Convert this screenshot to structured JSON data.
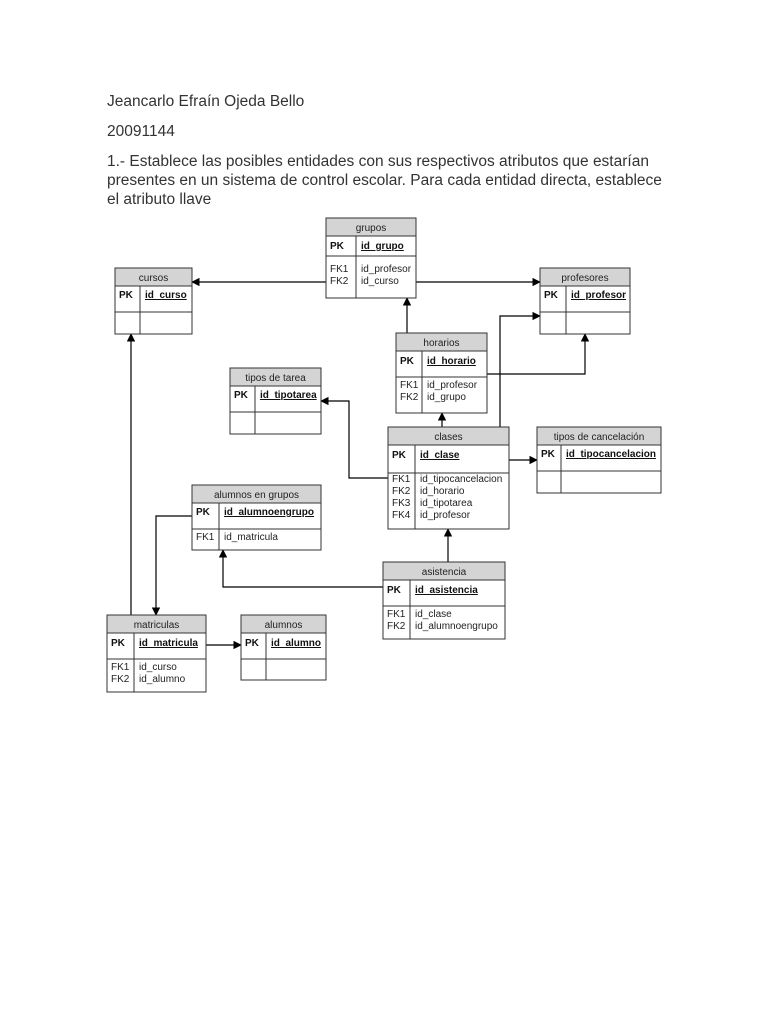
{
  "document": {
    "author": "Jeancarlo Efraín Ojeda Bello",
    "student_id": "20091144",
    "question_lines": [
      "1.- Establece las posibles entidades con sus respectivos atributos que estarían",
      "presentes en un sistema de control escolar. Para cada entidad directa, establece",
      "el atributo llave"
    ]
  },
  "colors": {
    "header_fill": "#d4d4d4",
    "line": "#000000",
    "border": "#333333"
  },
  "entities": {
    "grupos": {
      "title": "grupos",
      "pk_label": "PK",
      "pk": "id_grupo",
      "fks": [
        {
          "label": "FK1",
          "attr": "id_profesor"
        },
        {
          "label": "FK2",
          "attr": "id_curso"
        }
      ]
    },
    "cursos": {
      "title": "cursos",
      "pk_label": "PK",
      "pk": "id_curso",
      "fks": []
    },
    "profesores": {
      "title": "profesores",
      "pk_label": "PK",
      "pk": "id_profesor",
      "fks": []
    },
    "horarios": {
      "title": "horarios",
      "pk_label": "PK",
      "pk": "id_horario",
      "fks": [
        {
          "label": "FK1",
          "attr": "id_profesor"
        },
        {
          "label": "FK2",
          "attr": "id_grupo"
        }
      ]
    },
    "tipos_tarea": {
      "title": "tipos de tarea",
      "pk_label": "PK",
      "pk": "id_tipotarea",
      "fks": []
    },
    "clases": {
      "title": "clases",
      "pk_label": "PK",
      "pk": "id_clase",
      "fks": [
        {
          "label": "FK1",
          "attr": "id_tipocancelacion"
        },
        {
          "label": "FK2",
          "attr": "id_horario"
        },
        {
          "label": "FK3",
          "attr": "id_tipotarea"
        },
        {
          "label": "FK4",
          "attr": "id_profesor"
        }
      ]
    },
    "tipos_cancelacion": {
      "title": "tipos de cancelación",
      "pk_label": "PK",
      "pk": "id_tipocancelacion",
      "fks": []
    },
    "alumnos_grupos": {
      "title": "alumnos en grupos",
      "pk_label": "PK",
      "pk": "id_alumnoengrupo",
      "fks": [
        {
          "label": "FK1",
          "attr": "id_matricula"
        }
      ]
    },
    "asistencia": {
      "title": "asistencia",
      "pk_label": "PK",
      "pk": "id_asistencia",
      "fks": [
        {
          "label": "FK1",
          "attr": "id_clase"
        },
        {
          "label": "FK2",
          "attr": "id_alumnoengrupo"
        }
      ]
    },
    "matriculas": {
      "title": "matriculas",
      "pk_label": "PK",
      "pk": "id_matricula",
      "fks": [
        {
          "label": "FK1",
          "attr": "id_curso"
        },
        {
          "label": "FK2",
          "attr": "id_alumno"
        }
      ]
    },
    "alumnos": {
      "title": "alumnos",
      "pk_label": "PK",
      "pk": "id_alumno",
      "fks": []
    }
  }
}
